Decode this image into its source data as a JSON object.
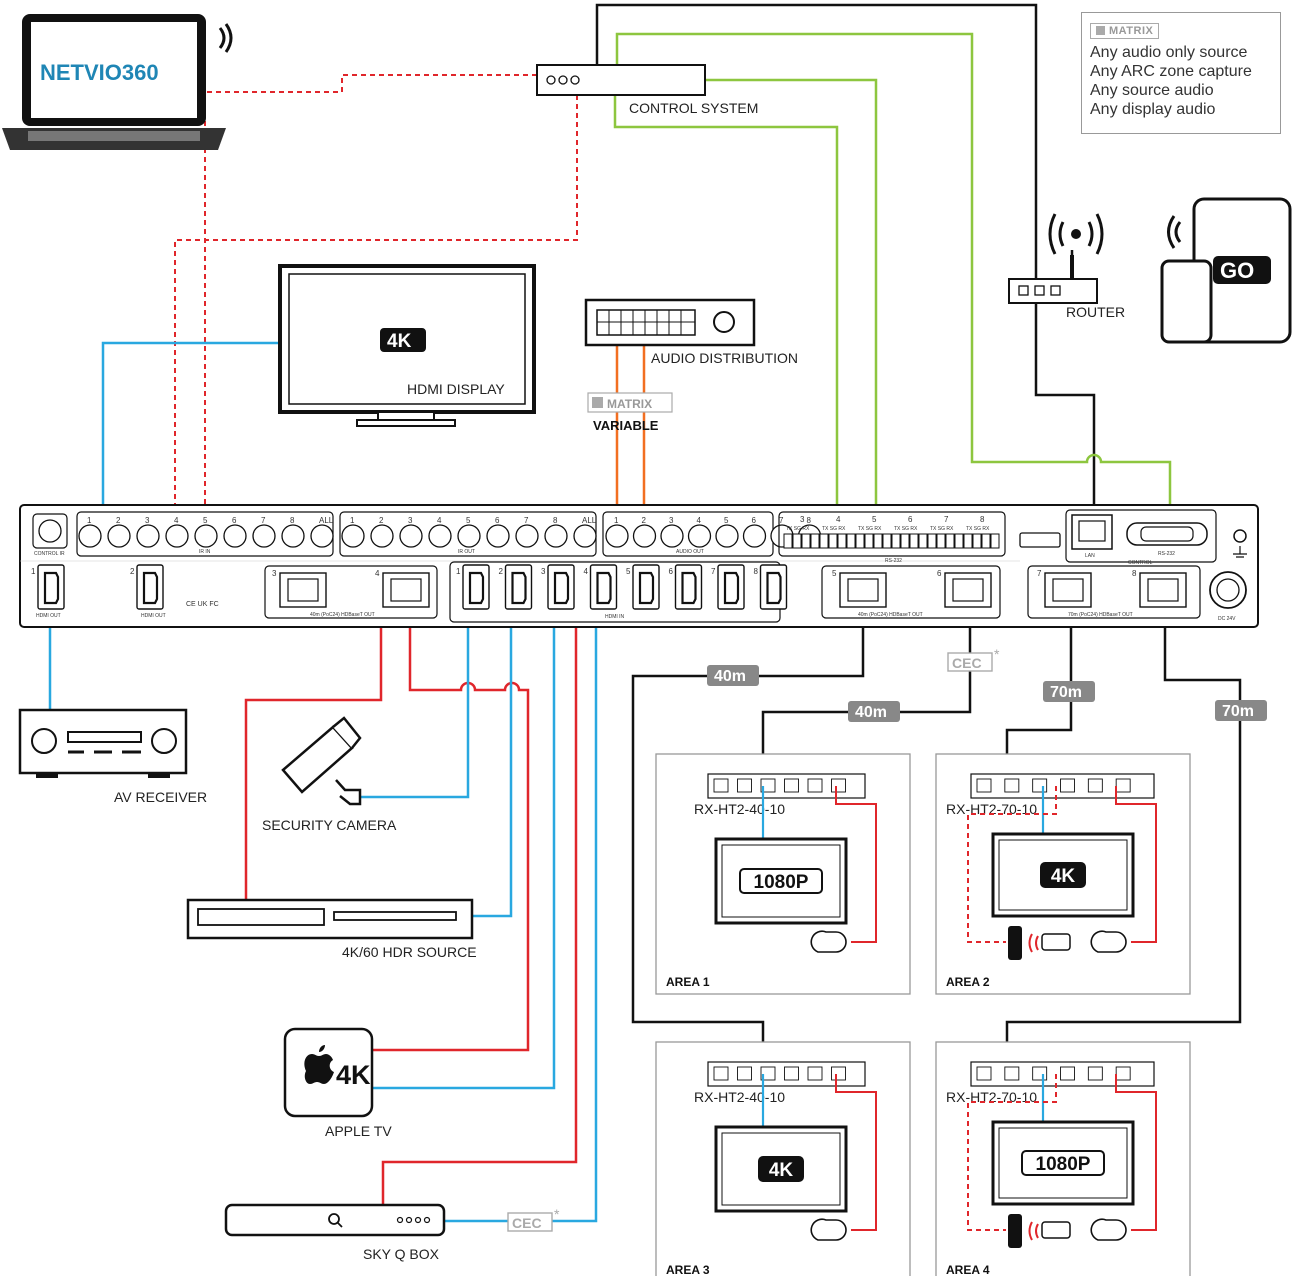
{
  "logo": "NETVIO360",
  "go_logo": "GO",
  "legend": {
    "tag": "MATRIX",
    "items": [
      "Any audio only source",
      "Any ARC zone capture",
      "Any source audio",
      "Any display audio"
    ]
  },
  "labels": {
    "control_system": "CONTROL SYSTEM",
    "router": "ROUTER",
    "hdmi_display": "HDMI DISPLAY",
    "audio_distribution": "AUDIO DISTRIBUTION",
    "matrix_tag": "MATRIX",
    "variable": "VARIABLE",
    "av_receiver": "AV RECEIVER",
    "security_camera": "SECURITY CAMERA",
    "hdr_source": "4K/60 HDR SOURCE",
    "apple_tv": "APPLE TV",
    "sky_q": "SKY Q BOX",
    "cec": "CEC",
    "apple_badge": "4K"
  },
  "display_badge": "4K",
  "distances": [
    "40m",
    "40m",
    "70m",
    "70m"
  ],
  "areas": [
    {
      "name": "AREA 1",
      "receiver": "RX-HT2-40-10",
      "resolution": "1080P"
    },
    {
      "name": "AREA 2",
      "receiver": "RX-HT2-70-10",
      "resolution": "4K"
    },
    {
      "name": "AREA 3",
      "receiver": "RX-HT2-40-10",
      "resolution": "4K"
    },
    {
      "name": "AREA 4",
      "receiver": "RX-HT2-70-10",
      "resolution": "1080P"
    }
  ],
  "panel": {
    "control_ir": "CONTROL IR",
    "ir_in_nums": [
      "1",
      "2",
      "3",
      "4",
      "5",
      "6",
      "7",
      "8",
      "ALL"
    ],
    "ir_in_label": "IR IN",
    "ir_out_nums": [
      "1",
      "2",
      "3",
      "4",
      "5",
      "6",
      "7",
      "8",
      "ALL"
    ],
    "ir_out_label": "IR OUT",
    "audio_out_nums": [
      "1",
      "2",
      "3",
      "4",
      "5",
      "6",
      "7",
      "8"
    ],
    "audio_out_label": "AUDIO OUT",
    "rs232_label": "RS-232",
    "rs232_pins": "TX SG RX",
    "hdmi_out_label": "HDMI OUT",
    "hdbt_40_label": "40m (PoC24) HDBaseT OUT",
    "hdbt_70_label": "70m (PoC24) HDBaseT OUT",
    "hdmi_in_label": "HDMI IN",
    "lan": "LAN",
    "rs232_port": "RS-232",
    "control": "CONTROL",
    "dc": "DC 24V",
    "certs": "CE UK FC"
  },
  "colors": {
    "black": "#111111",
    "green": "#8dc63f",
    "red": "#e0262b",
    "blue": "#29a8e0",
    "orange": "#f26f21",
    "badge_gray": "#888888",
    "netvio_blue": "#1f86b5"
  }
}
